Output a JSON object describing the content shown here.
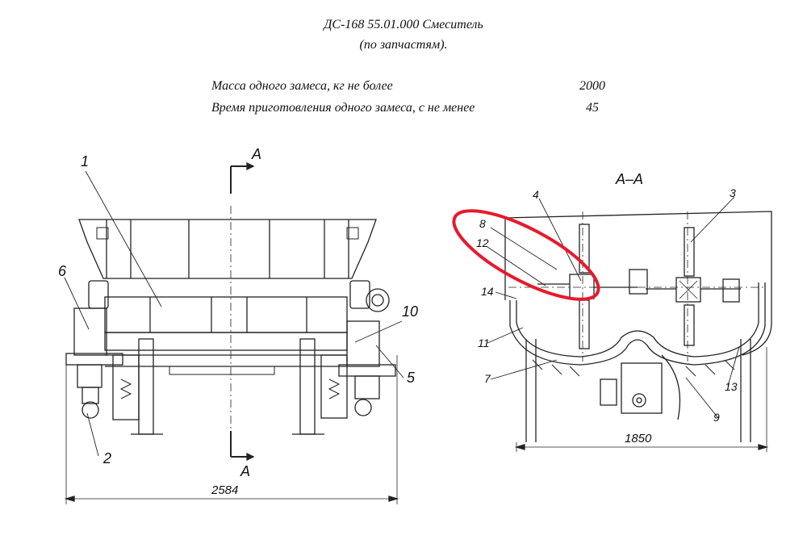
{
  "title": {
    "line1": "ДС-168 55.01.000 Смеситель",
    "line2": "(по запчастям)."
  },
  "specs": [
    {
      "label": "Масса одного замеса, кг не более",
      "value": "2000"
    },
    {
      "label": "Время приготовления одного замеса, с не менее",
      "value": "45"
    }
  ],
  "left_view": {
    "section_mark": "А",
    "width_dim": "2584",
    "callouts": [
      "1",
      "6",
      "10",
      "5",
      "2"
    ]
  },
  "right_view": {
    "section_title": "А–А",
    "width_dim": "1850",
    "callouts": [
      "4",
      "3",
      "8",
      "12",
      "14",
      "11",
      "7",
      "13",
      "9"
    ]
  },
  "highlight_color": "#e8192c"
}
